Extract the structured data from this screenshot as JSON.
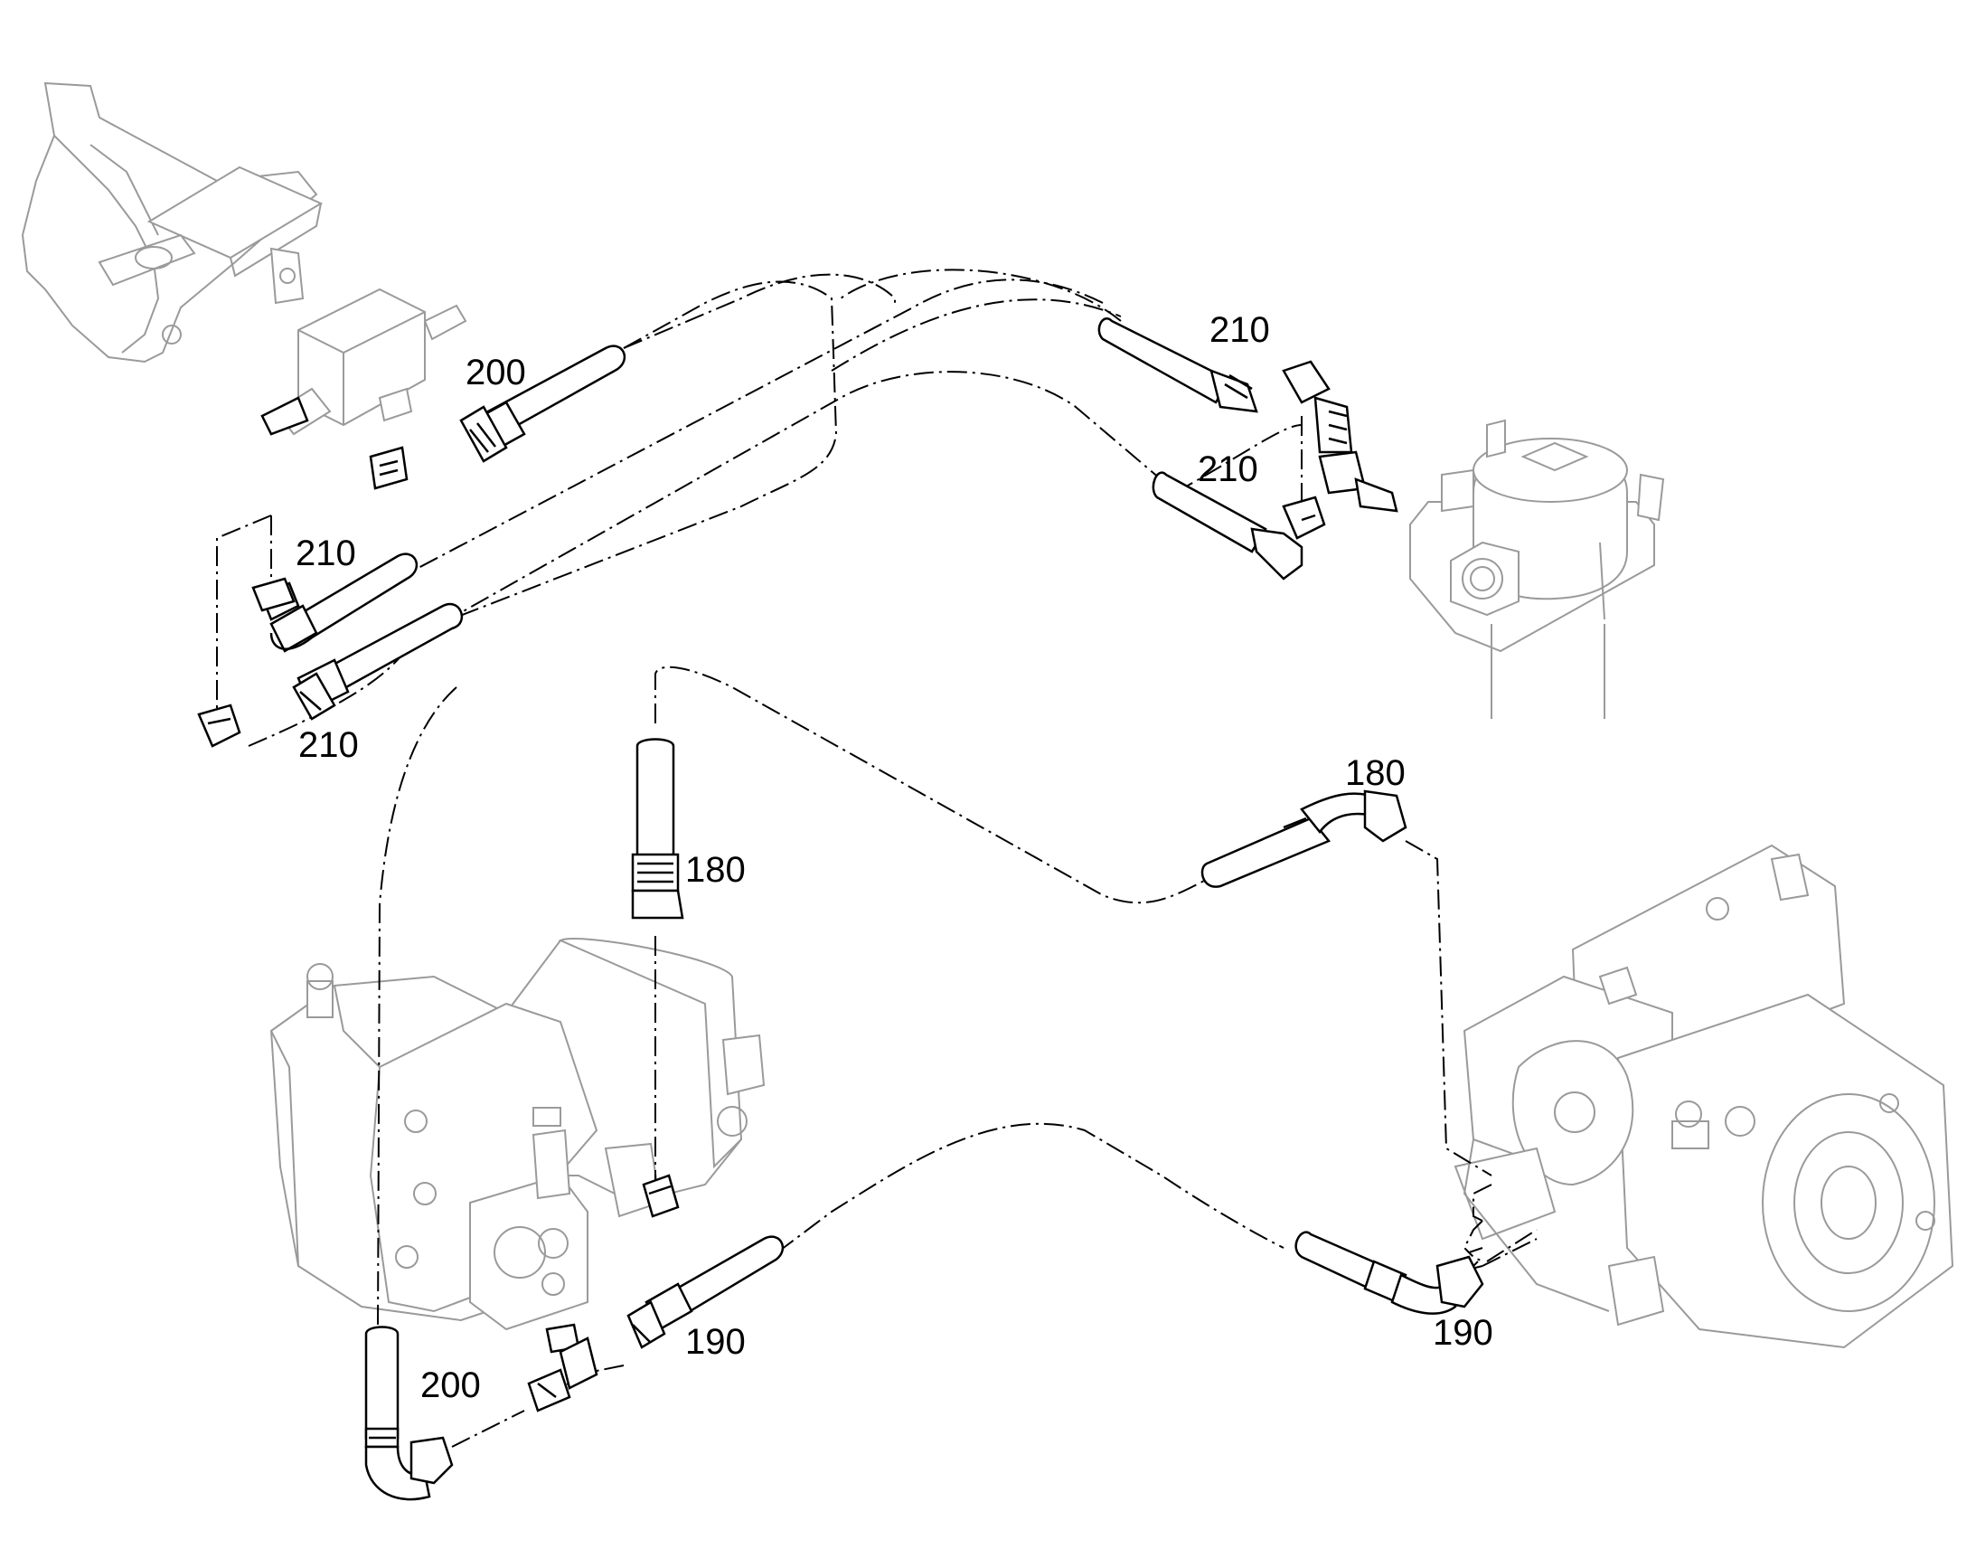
{
  "callouts": {
    "hose_210_top_right": "210",
    "fitting_200_top_left": "200",
    "hose_210_mid_right": "210",
    "hose_210_left_upper": "210",
    "hose_210_left_lower": "210",
    "hose_180_right": "180",
    "hose_180_center": "180",
    "hose_200_bottom_left": "200",
    "hose_190_bottom_center": "190",
    "hose_190_bottom_right": "190"
  },
  "colors": {
    "component_outline": "#9a9a9a",
    "hose_outline": "#000000",
    "background": "#ffffff"
  }
}
